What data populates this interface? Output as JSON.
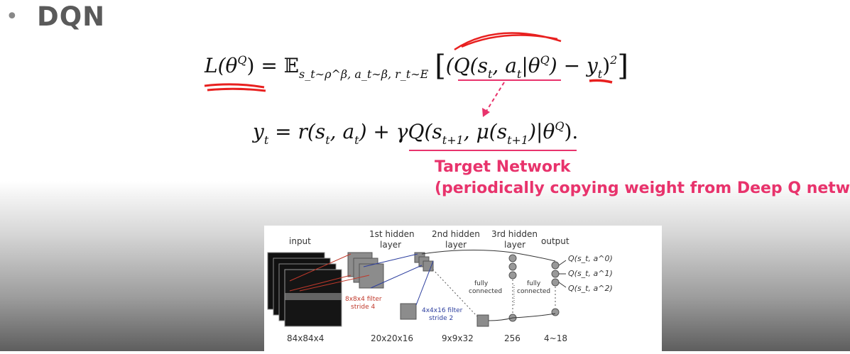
{
  "slide": {
    "bullet": "•",
    "heading": "DQN"
  },
  "equation1": {
    "lhs": "L(θ",
    "lhs_sup": "Q",
    "lhs_close": ") = 𝔼",
    "expect_sub": "s_t∼ρ^β, a_t∼β, r_t∼E",
    "body_open": "(Q(s",
    "body_mid": ", a",
    "body_theta": "|θ",
    "body_close": ") − y",
    "outer_sup": "2"
  },
  "equation2": {
    "yt": "y",
    "part1": " = r(s",
    "part2": ", a",
    "part3": ") + γQ(s",
    "part4": ", μ(s",
    "part5": ")|θ",
    "end": ")."
  },
  "annotation": {
    "line1": "Target Network",
    "line2": "(periodically copying weight from Deep Q network)",
    "color": "#e8336c"
  },
  "diagram": {
    "headers": {
      "input": "input",
      "hidden1": [
        "1st hidden",
        "layer"
      ],
      "hidden2": [
        "2nd hidden",
        "layer"
      ],
      "hidden3": [
        "3rd hidden",
        "layer"
      ],
      "output": "output"
    },
    "filters": {
      "f1": [
        "8x8x4 filter",
        "stride 4"
      ],
      "f2": [
        "4x4x16 filter",
        "stride 2"
      ]
    },
    "fully_connected": [
      "fully",
      "connected"
    ],
    "outputs": [
      "Q(s_t, a^0)",
      "Q(s_t, a^1)",
      "Q(s_t, a^2)"
    ],
    "sizes": [
      "84x84x4",
      "20x20x16",
      "9x9x32",
      "256",
      "4~18"
    ]
  }
}
